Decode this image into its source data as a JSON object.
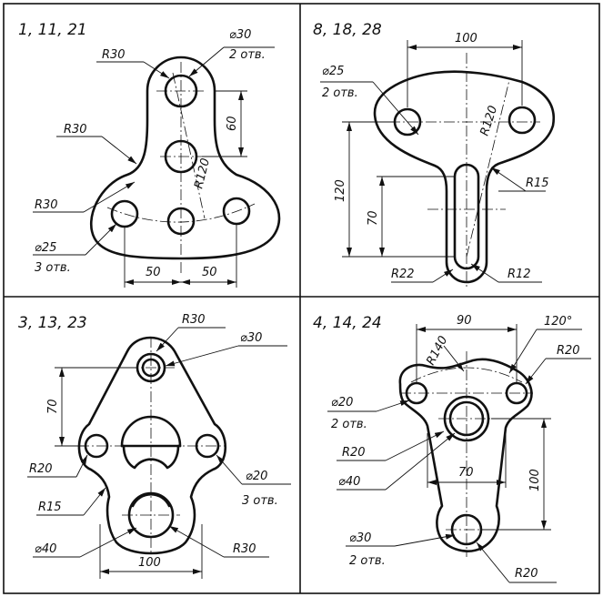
{
  "panels": [
    {
      "title": "1, 11, 21",
      "labels": [
        "R30",
        "⌀30",
        "2 отв.",
        "R30",
        "60",
        "R120",
        "R30",
        "⌀25",
        "3 отв.",
        "50",
        "50"
      ]
    },
    {
      "title": "8, 18, 28",
      "labels": [
        "100",
        "⌀25",
        "2 отв.",
        "R120",
        "R15",
        "120",
        "70",
        "R22",
        "R12"
      ]
    },
    {
      "title": "3, 13, 23",
      "labels": [
        "R30",
        "⌀30",
        "70",
        "R20",
        "⌀20",
        "3 отв.",
        "R15",
        "⌀40",
        "100",
        "R30"
      ]
    },
    {
      "title": "4, 14, 24",
      "labels": [
        "90",
        "120°",
        "R140",
        "R20",
        "⌀20",
        "2 отв.",
        "R20",
        "70",
        "⌀40",
        "100",
        "⌀30",
        "2 отв.",
        "R20"
      ]
    }
  ]
}
